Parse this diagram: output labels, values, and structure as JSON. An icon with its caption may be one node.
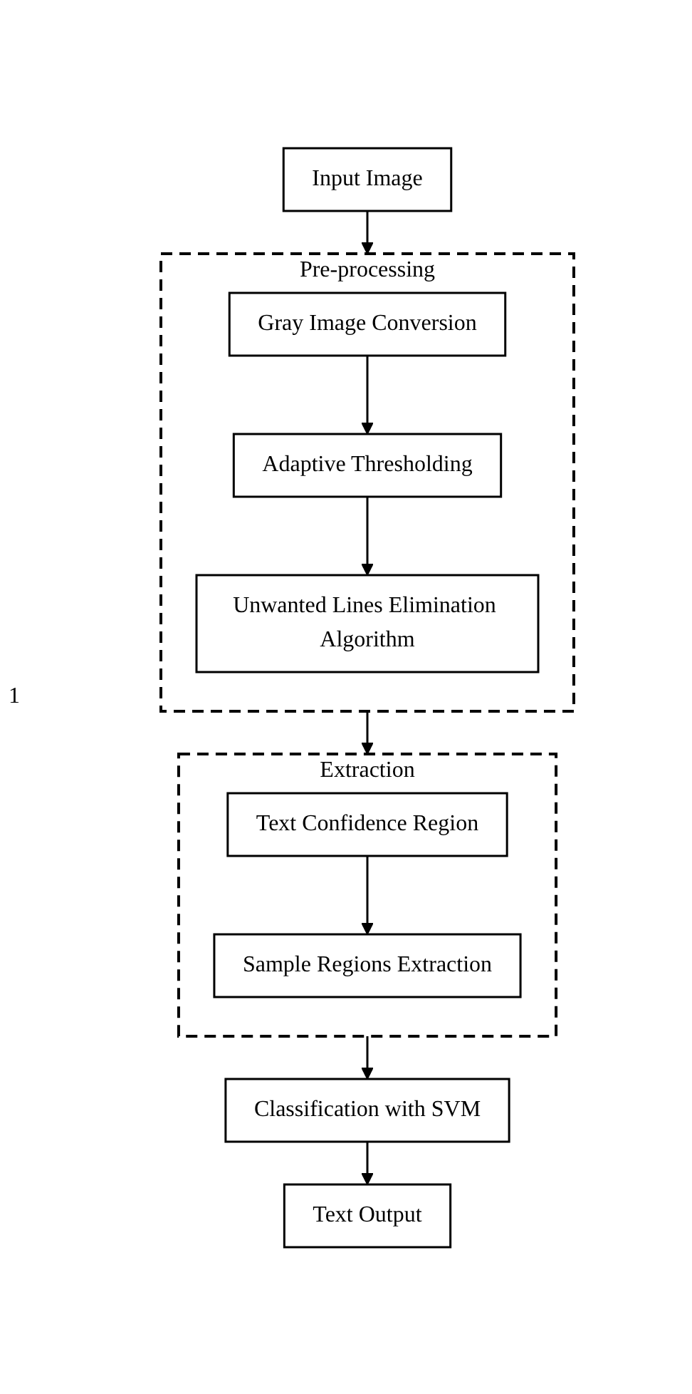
{
  "diagram": {
    "nodes": [
      {
        "text": [
          "Input Image"
        ]
      },
      {
        "text": [
          "Pre-processing"
        ]
      },
      {
        "text": [
          "Gray Image Conversion"
        ],
        "in": 1
      },
      {
        "text": [
          "Adaptive Thresholding"
        ],
        "in": 1
      },
      {
        "text": [
          "Unwanted Lines Elimination Algorithm"
        ],
        "in": 1
      },
      {
        "text": [
          "Extraction"
        ]
      },
      {
        "text": [
          "Text Confidence Region"
        ],
        "in": 5
      },
      {
        "text": [
          "Sample Regions Extraction"
        ],
        "in": 5
      },
      {
        "text": [
          "Classification with SVM"
        ]
      },
      {
        "text": [
          "Text Output"
        ]
      }
    ],
    "edges": [
      {
        "from": 0,
        "to": 1,
        "arrow": "to"
      },
      {
        "from": 2,
        "to": 3,
        "arrow": "to"
      },
      {
        "from": 3,
        "to": 4,
        "arrow": "to"
      },
      {
        "from": 1,
        "to": 5,
        "arrow": "to"
      },
      {
        "from": 6,
        "to": 7,
        "arrow": "to"
      },
      {
        "from": 5,
        "to": 8,
        "arrow": "to"
      },
      {
        "from": 8,
        "to": 9,
        "arrow": "to"
      }
    ],
    "labels": [
      "1"
    ]
  }
}
